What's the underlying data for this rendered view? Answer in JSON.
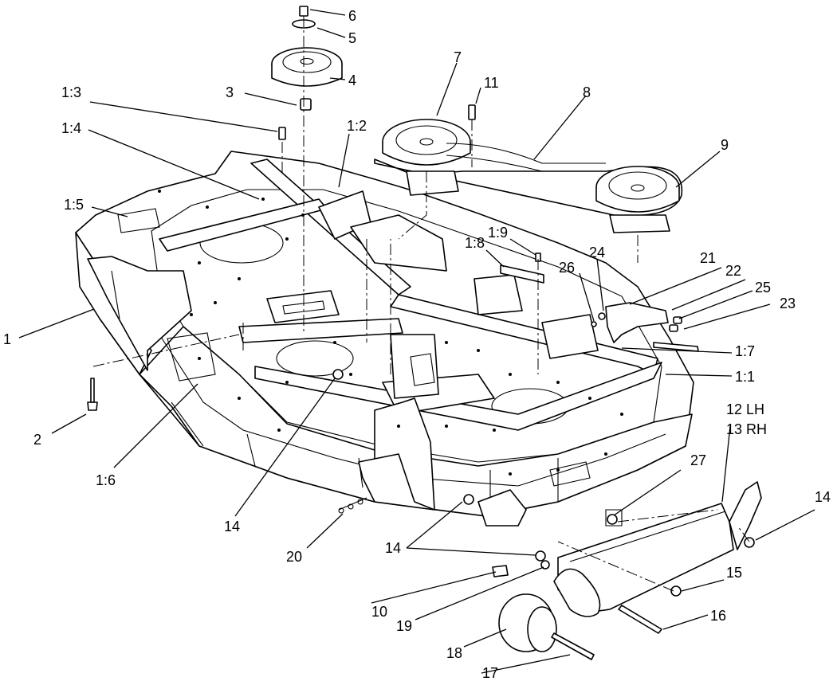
{
  "callouts": [
    {
      "id": "c1",
      "text": "1"
    },
    {
      "id": "c2",
      "text": "2"
    },
    {
      "id": "c3",
      "text": "3"
    },
    {
      "id": "c4",
      "text": "4"
    },
    {
      "id": "c5",
      "text": "5"
    },
    {
      "id": "c6",
      "text": "6"
    },
    {
      "id": "c7",
      "text": "7"
    },
    {
      "id": "c8",
      "text": "8"
    },
    {
      "id": "c9",
      "text": "9"
    },
    {
      "id": "c10",
      "text": "10"
    },
    {
      "id": "c11",
      "text": "11"
    },
    {
      "id": "c12",
      "text": "12 LH"
    },
    {
      "id": "c13",
      "text": "13 RH"
    },
    {
      "id": "c14a",
      "text": "14"
    },
    {
      "id": "c14b",
      "text": "14"
    },
    {
      "id": "c14c",
      "text": "14"
    },
    {
      "id": "c15",
      "text": "15"
    },
    {
      "id": "c16",
      "text": "16"
    },
    {
      "id": "c17",
      "text": "17"
    },
    {
      "id": "c18",
      "text": "18"
    },
    {
      "id": "c19",
      "text": "19"
    },
    {
      "id": "c20",
      "text": "20"
    },
    {
      "id": "c21",
      "text": "21"
    },
    {
      "id": "c22",
      "text": "22"
    },
    {
      "id": "c23",
      "text": "23"
    },
    {
      "id": "c24",
      "text": "24"
    },
    {
      "id": "c25",
      "text": "25"
    },
    {
      "id": "c26",
      "text": "26"
    },
    {
      "id": "c27",
      "text": "27"
    },
    {
      "id": "c1_1",
      "text": "1:1"
    },
    {
      "id": "c1_2",
      "text": "1:2"
    },
    {
      "id": "c1_3",
      "text": "1:3"
    },
    {
      "id": "c1_4",
      "text": "1:4"
    },
    {
      "id": "c1_5",
      "text": "1:5"
    },
    {
      "id": "c1_6",
      "text": "1:6"
    },
    {
      "id": "c1_7",
      "text": "1:7"
    },
    {
      "id": "c1_8",
      "text": "1:8"
    },
    {
      "id": "c1_9",
      "text": "1:9"
    }
  ]
}
